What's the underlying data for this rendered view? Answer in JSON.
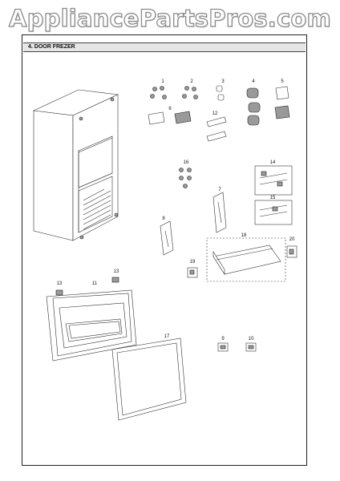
{
  "watermark": "AppliancePartsPros.com",
  "section_title": "4. DOOR FREZER",
  "part_labels": {
    "p1": "1",
    "p2": "2",
    "p3": "3",
    "p4": "4",
    "p5": "5",
    "p6": "6",
    "p7": "7",
    "p8": "8",
    "p9": "9",
    "p10": "10",
    "p11": "11",
    "p12": "12",
    "p13a": "13",
    "p13b": "13",
    "p14": "14",
    "p15": "15",
    "p16": "16",
    "p17": "17",
    "p18": "18",
    "p19": "19",
    "p20": "20"
  }
}
